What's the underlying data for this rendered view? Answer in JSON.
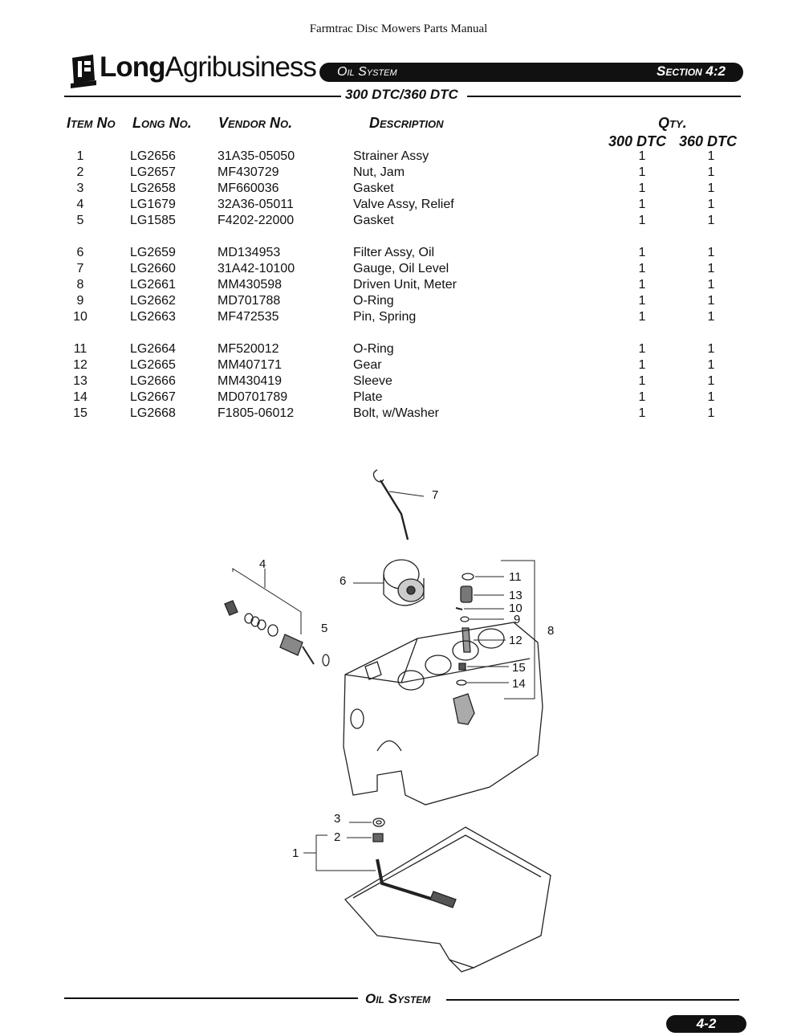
{
  "doc_title": "Farmtrac Disc Mowers Parts Manual",
  "brand": {
    "bold": "Long",
    "regular": "Agribusiness"
  },
  "section_bar": {
    "left": "Oil System",
    "right": "Section 4:2"
  },
  "model_line": "300 DTC/360 DTC",
  "headers": {
    "item": "Item No",
    "long": "Long No.",
    "vendor": "Vendor No.",
    "desc": "Description",
    "qty": "Qty.",
    "q300": "300 DTC",
    "q360": "360 DTC"
  },
  "rows": [
    {
      "item": "1",
      "long": "LG2656",
      "vendor": "31A35-05050",
      "desc": "Strainer Assy",
      "q300": "1",
      "q360": "1"
    },
    {
      "item": "2",
      "long": "LG2657",
      "vendor": "MF430729",
      "desc": "Nut, Jam",
      "q300": "1",
      "q360": "1"
    },
    {
      "item": "3",
      "long": "LG2658",
      "vendor": "MF660036",
      "desc": "Gasket",
      "q300": "1",
      "q360": "1"
    },
    {
      "item": "4",
      "long": "LG1679",
      "vendor": "32A36-05011",
      "desc": "Valve Assy, Relief",
      "q300": "1",
      "q360": "1"
    },
    {
      "item": "5",
      "long": "LG1585",
      "vendor": "F4202-22000",
      "desc": "Gasket",
      "q300": "1",
      "q360": "1"
    },
    {
      "item": "6",
      "long": "LG2659",
      "vendor": "MD134953",
      "desc": "Filter Assy, Oil",
      "q300": "1",
      "q360": "1"
    },
    {
      "item": "7",
      "long": "LG2660",
      "vendor": "31A42-10100",
      "desc": "Gauge, Oil Level",
      "q300": "1",
      "q360": "1"
    },
    {
      "item": "8",
      "long": "LG2661",
      "vendor": "MM430598",
      "desc": "Driven Unit, Meter",
      "q300": "1",
      "q360": "1"
    },
    {
      "item": "9",
      "long": "LG2662",
      "vendor": "MD701788",
      "desc": "O-Ring",
      "q300": "1",
      "q360": "1"
    },
    {
      "item": "10",
      "long": "LG2663",
      "vendor": "MF472535",
      "desc": "Pin, Spring",
      "q300": "1",
      "q360": "1"
    },
    {
      "item": "11",
      "long": "LG2664",
      "vendor": "MF520012",
      "desc": "O-Ring",
      "q300": "1",
      "q360": "1"
    },
    {
      "item": "12",
      "long": "LG2665",
      "vendor": "MM407171",
      "desc": "Gear",
      "q300": "1",
      "q360": "1"
    },
    {
      "item": "13",
      "long": "LG2666",
      "vendor": "MM430419",
      "desc": "Sleeve",
      "q300": "1",
      "q360": "1"
    },
    {
      "item": "14",
      "long": "LG2667",
      "vendor": "MD0701789",
      "desc": "Plate",
      "q300": "1",
      "q360": "1"
    },
    {
      "item": "15",
      "long": "LG2668",
      "vendor": "F1805-06012",
      "desc": "Bolt, w/Washer",
      "q300": "1",
      "q360": "1"
    }
  ],
  "callouts": [
    "1",
    "2",
    "3",
    "4",
    "5",
    "6",
    "7",
    "8",
    "9",
    "10",
    "11",
    "12",
    "13",
    "14",
    "15"
  ],
  "footer_title": "Oil System",
  "page_number": "4-2"
}
